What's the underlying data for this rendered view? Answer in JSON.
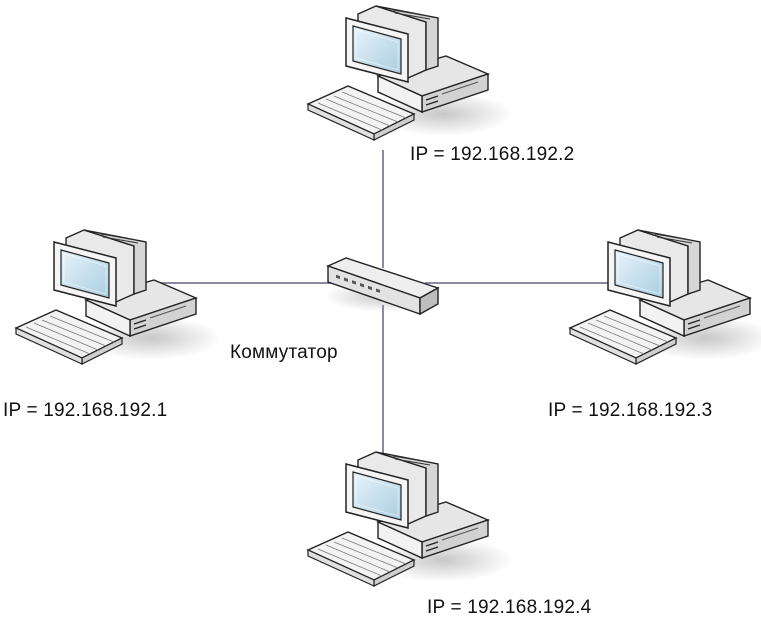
{
  "switch": {
    "label": "Коммутатор",
    "icon": "network-switch-icon"
  },
  "computers": [
    {
      "id": "pc1",
      "ip_label": "IP = 192.168.192.1",
      "icon": "desktop-computer-icon"
    },
    {
      "id": "pc2",
      "ip_label": "IP = 192.168.192.2",
      "icon": "desktop-computer-icon"
    },
    {
      "id": "pc3",
      "ip_label": "IP = 192.168.192.3",
      "icon": "desktop-computer-icon"
    },
    {
      "id": "pc4",
      "ip_label": "IP = 192.168.192.4",
      "icon": "desktop-computer-icon"
    }
  ],
  "colors": {
    "link": "#8a8aa0",
    "device_fill": "#f4f4f4",
    "device_stroke": "#222222",
    "screen": "#cfe6f2"
  }
}
